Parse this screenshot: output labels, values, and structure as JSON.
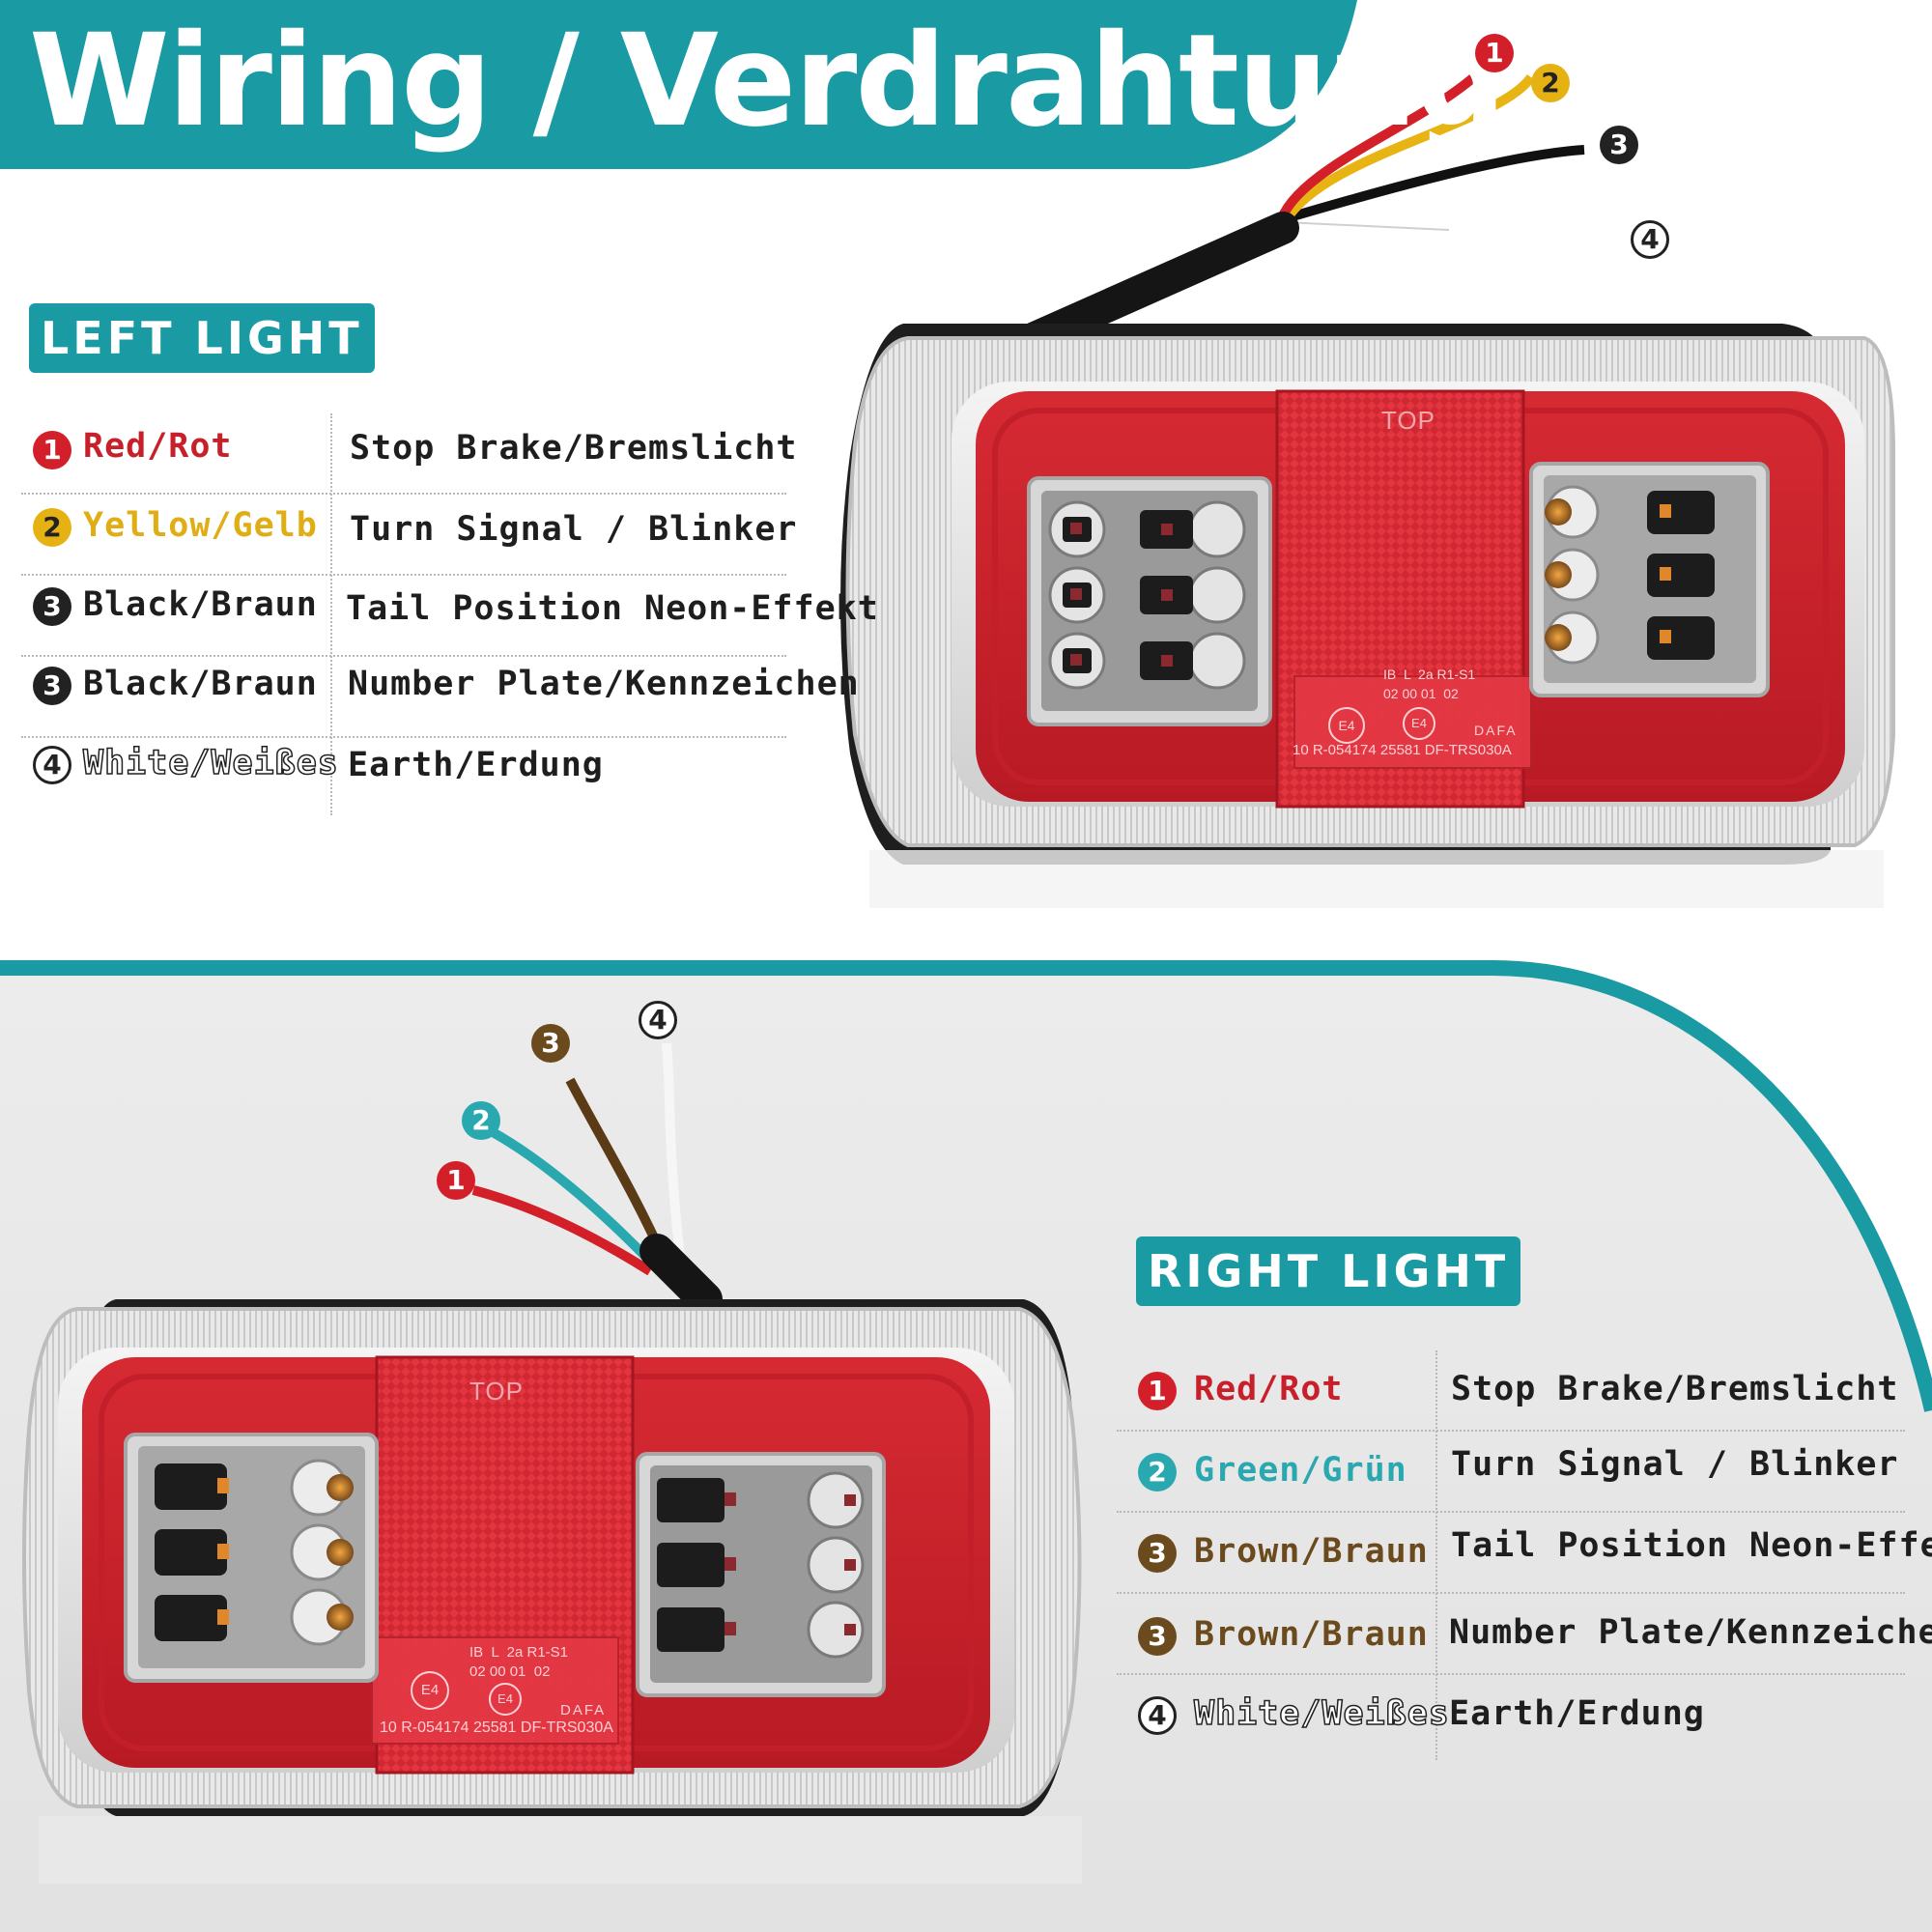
{
  "title": "Wiring / Verdrahtung",
  "colors": {
    "teal": "#1a9ba3",
    "red": "#d31f2a",
    "yellow": "#e6b213",
    "black": "#222222",
    "green": "#2aa8b0",
    "brown": "#6b4a1e",
    "lamp_red": "#cc1f2a"
  },
  "left": {
    "label": "LEFT LIGHT",
    "rows": [
      {
        "num": "1",
        "color_name": "Red/Rot",
        "function": "Stop Brake/Bremslicht"
      },
      {
        "num": "2",
        "color_name": "Yellow/Gelb",
        "function": "Turn Signal / Blinker"
      },
      {
        "num": "3",
        "color_name": "Black/Braun",
        "function": "Tail Position Neon-Effekt"
      },
      {
        "num": "3",
        "color_name": "Black/Braun",
        "function": "Number Plate/Kennzeichen"
      },
      {
        "num": "4",
        "color_name": "White/Weißes",
        "function": "Earth/Erdung"
      }
    ]
  },
  "right": {
    "label": "RIGHT LIGHT",
    "rows": [
      {
        "num": "1",
        "color_name": "Red/Rot",
        "function": "Stop Brake/Bremslicht"
      },
      {
        "num": "2",
        "color_name": "Green/Grün",
        "function": "Turn Signal / Blinker"
      },
      {
        "num": "3",
        "color_name": "Brown/Braun",
        "function": "Tail Position Neon-Effekt"
      },
      {
        "num": "3",
        "color_name": "Brown/Braun",
        "function": "Number Plate/Kennzeichen"
      },
      {
        "num": "4",
        "color_name": "White/Weißes",
        "function": "Earth/Erdung"
      }
    ]
  },
  "lamp": {
    "top_mark": "TOP",
    "approval_line1": "IB  L  2a R1-S1",
    "approval_line2": "02 00 01  02",
    "e_mark": "E4",
    "brand": "DAFA",
    "bottom_code": "10 R-054174 25581 DF-TRS030A"
  },
  "callouts": {
    "one": "1",
    "two": "2",
    "three": "3",
    "four": "4"
  }
}
